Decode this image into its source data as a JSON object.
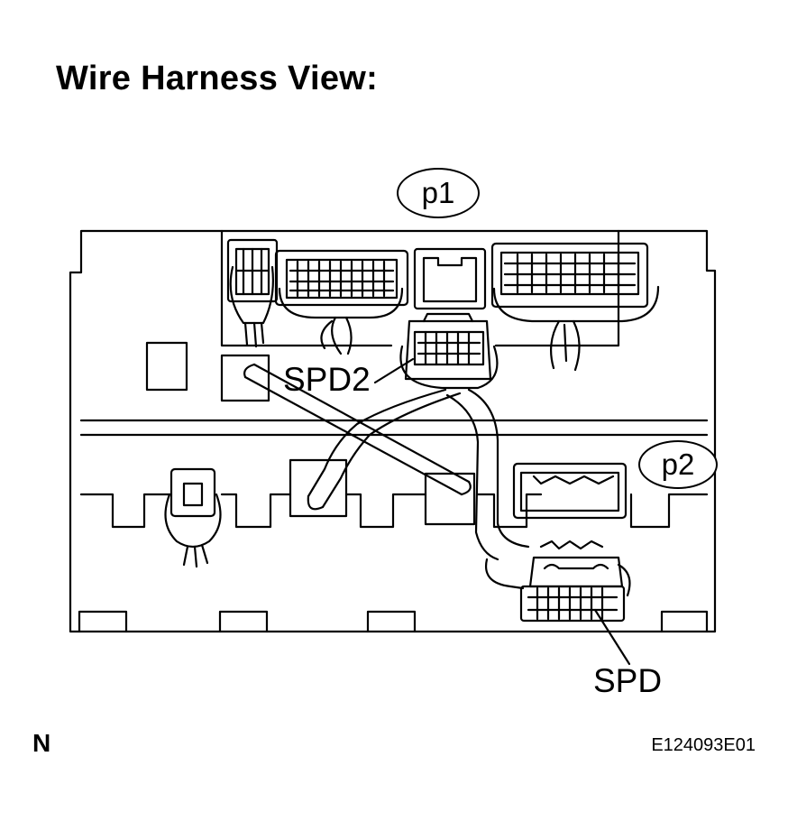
{
  "title": "Wire Harness View:",
  "callouts": {
    "p1": "p1",
    "p2": "p2",
    "spd2": "SPD2",
    "spd": "SPD"
  },
  "orientation_mark": "N",
  "figure_code": "E124093E01",
  "colors": {
    "line": "#000000",
    "background": "#ffffff"
  }
}
